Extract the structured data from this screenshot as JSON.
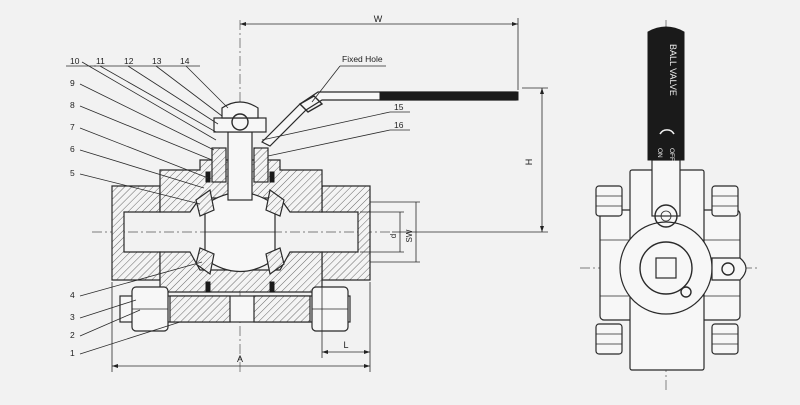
{
  "dimensions": {
    "w": "W",
    "h": "H",
    "d": "d",
    "sw": "SW",
    "a": "A",
    "l": "L"
  },
  "annotations": {
    "fixed_hole": "Fixed Hole"
  },
  "handle_text": {
    "ball_valve": "BALL VALVE",
    "on": "ON",
    "off": "OFF"
  },
  "part_numbers": [
    "1",
    "2",
    "3",
    "4",
    "5",
    "6",
    "7",
    "8",
    "9",
    "10",
    "11",
    "12",
    "13",
    "14",
    "15",
    "16"
  ]
}
